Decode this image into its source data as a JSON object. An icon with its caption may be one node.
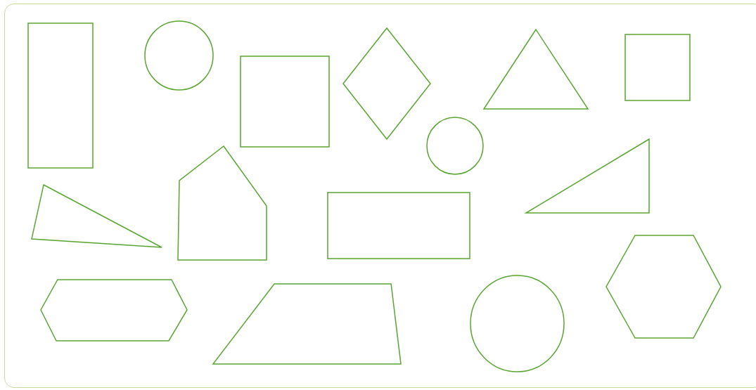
{
  "diagram": {
    "nodes": [
      {
        "text": [],
        "shape": "box"
      },
      {
        "text": [],
        "shape": "circle"
      },
      {
        "text": [],
        "shape": "box"
      },
      {
        "text": [],
        "shape": "diamond"
      },
      {
        "text": [],
        "shape": "triangle"
      },
      {
        "text": [],
        "shape": "box"
      },
      {
        "text": [],
        "shape": "circle"
      },
      {
        "text": [],
        "shape": "triangle"
      },
      {
        "text": [],
        "shape": "triangle"
      },
      {
        "text": [],
        "shape": "pentagon"
      },
      {
        "text": [],
        "shape": "box"
      },
      {
        "text": [],
        "shape": "hexagon"
      },
      {
        "text": [],
        "shape": "trapezoid"
      },
      {
        "text": [],
        "shape": "circle"
      },
      {
        "text": [],
        "shape": "hexagon"
      }
    ]
  }
}
